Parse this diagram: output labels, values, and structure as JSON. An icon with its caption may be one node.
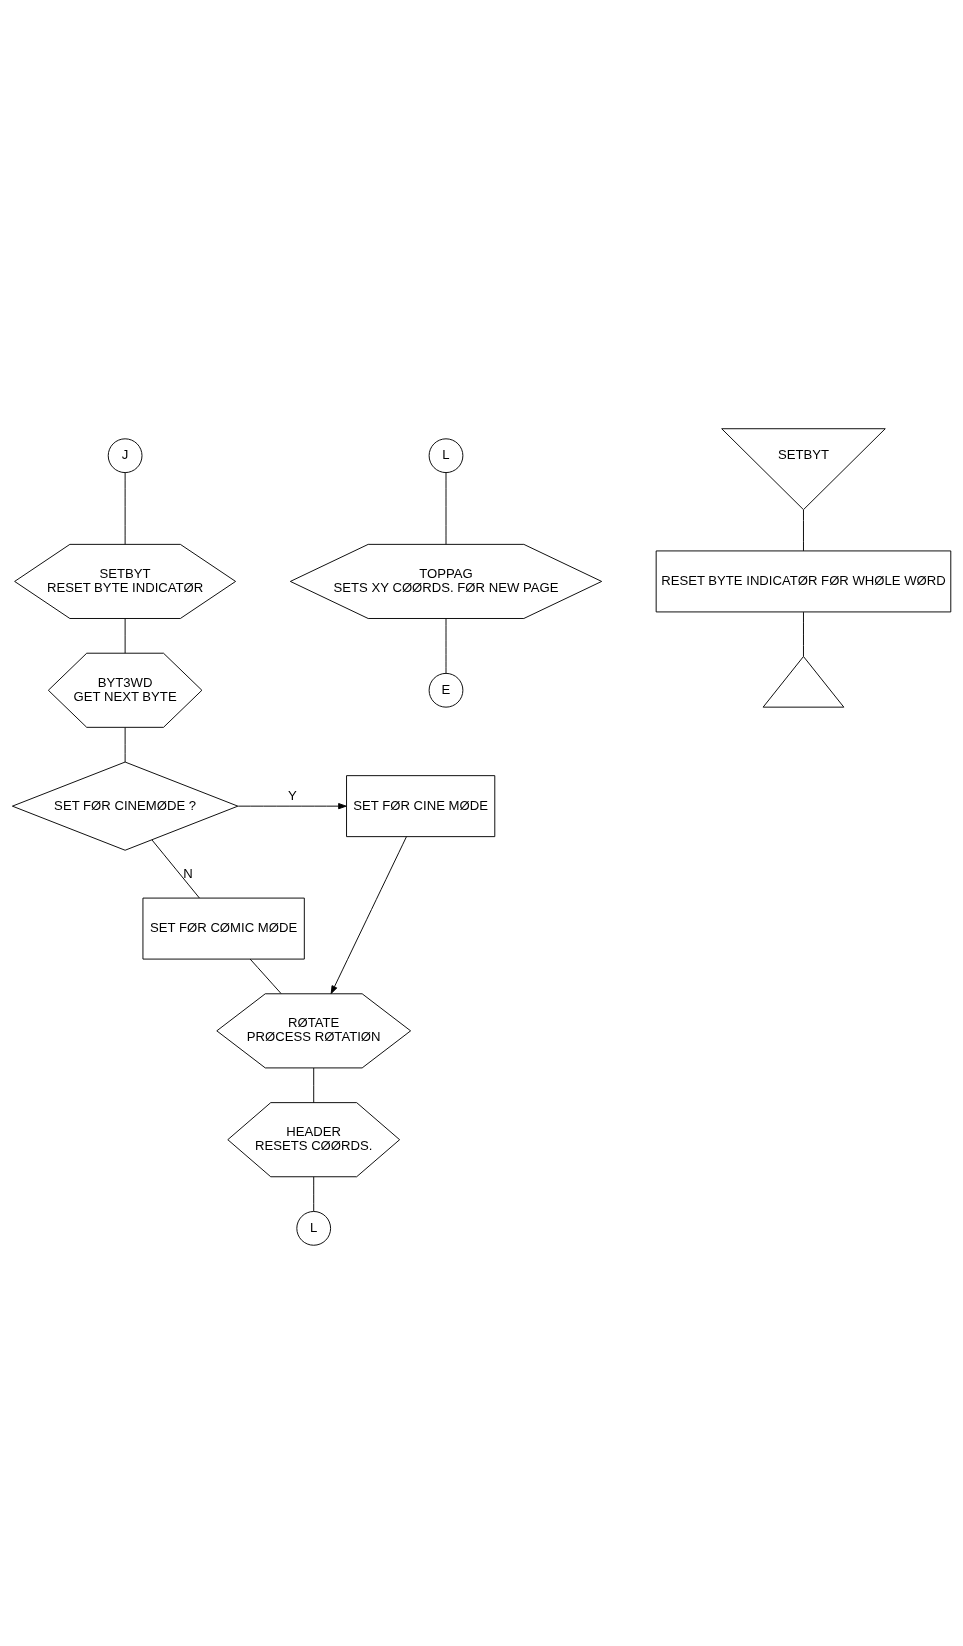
{
  "diagram": {
    "nodes": [
      {
        "text": [
          "J"
        ]
      },
      {
        "text": [
          "SETBYT",
          "RESET BYTE INDICATØR"
        ]
      },
      {
        "text": [
          "BYT3WD",
          "GET NEXT BYTE"
        ]
      },
      {
        "text": [
          "SET FØR CINEMØDE ?"
        ]
      },
      {
        "text": [
          "SET FØR CINE MØDE"
        ]
      },
      {
        "text": [
          "SET FØR CØMIC MØDE"
        ]
      },
      {
        "text": [
          "RØTATE",
          "PRØCESS RØTATIØN"
        ]
      },
      {
        "text": [
          "HEADER",
          "RESETS CØØRDS."
        ]
      },
      {
        "text": [
          "L"
        ]
      },
      {
        "text": [
          "L"
        ]
      },
      {
        "text": [
          "TOPPAG",
          "SETS XY CØØRDS. FØR NEW PAGE"
        ]
      },
      {
        "text": [
          "E"
        ]
      },
      {
        "text": [
          "SETBYT"
        ]
      },
      {
        "text": [
          "RESET BYTE INDICATØR FØR WHØLE WØRD"
        ]
      },
      {
        "text": [],
        "shape": "triangle"
      }
    ],
    "edges": [
      {
        "from": 0,
        "to": 1,
        "arrow": "none"
      },
      {
        "from": 1,
        "to": 2,
        "arrow": "none"
      },
      {
        "from": 2,
        "to": 3,
        "arrow": "none"
      },
      {
        "from": 3,
        "to": 4,
        "arrow": "to",
        "label": "Y"
      },
      {
        "from": 3,
        "to": 5,
        "arrow": "none",
        "label": "N"
      },
      {
        "from": 5,
        "to": 6,
        "arrow": "none"
      },
      {
        "from": 4,
        "to": 6,
        "arrow": "to"
      },
      {
        "from": 6,
        "to": 7,
        "arrow": "none"
      },
      {
        "from": 7,
        "to": 8,
        "arrow": "none"
      },
      {
        "from": 9,
        "to": 10,
        "arrow": "none"
      },
      {
        "from": 10,
        "to": 11,
        "arrow": "none"
      },
      {
        "from": 12,
        "to": 13,
        "arrow": "none"
      },
      {
        "from": 13,
        "to": 14,
        "arrow": "none"
      }
    ]
  }
}
